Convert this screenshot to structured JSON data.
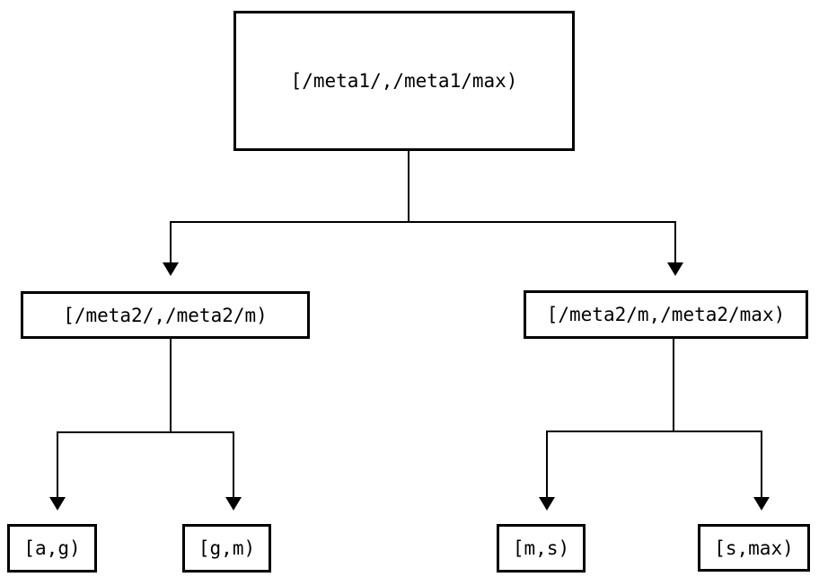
{
  "diagram": {
    "type": "tree",
    "background_color": "#ffffff",
    "line_color": "#000000",
    "node_border_color": "#000000",
    "nodes": {
      "root": {
        "label": "[/meta1/,/meta1/max)"
      },
      "level2_left": {
        "label": "[/meta2/,/meta2/m)"
      },
      "level2_right": {
        "label": "[/meta2/m,/meta2/max)"
      },
      "leaf_ag": {
        "label": "[a,g)"
      },
      "leaf_gm": {
        "label": "[g,m)"
      },
      "leaf_ms": {
        "label": "[m,s)"
      },
      "leaf_smax": {
        "label": "[s,max)"
      }
    },
    "edges": [
      {
        "from": "root",
        "to": "level2_left"
      },
      {
        "from": "root",
        "to": "level2_right"
      },
      {
        "from": "level2_left",
        "to": "leaf_ag"
      },
      {
        "from": "level2_left",
        "to": "leaf_gm"
      },
      {
        "from": "level2_right",
        "to": "leaf_ms"
      },
      {
        "from": "level2_right",
        "to": "leaf_smax"
      }
    ]
  }
}
